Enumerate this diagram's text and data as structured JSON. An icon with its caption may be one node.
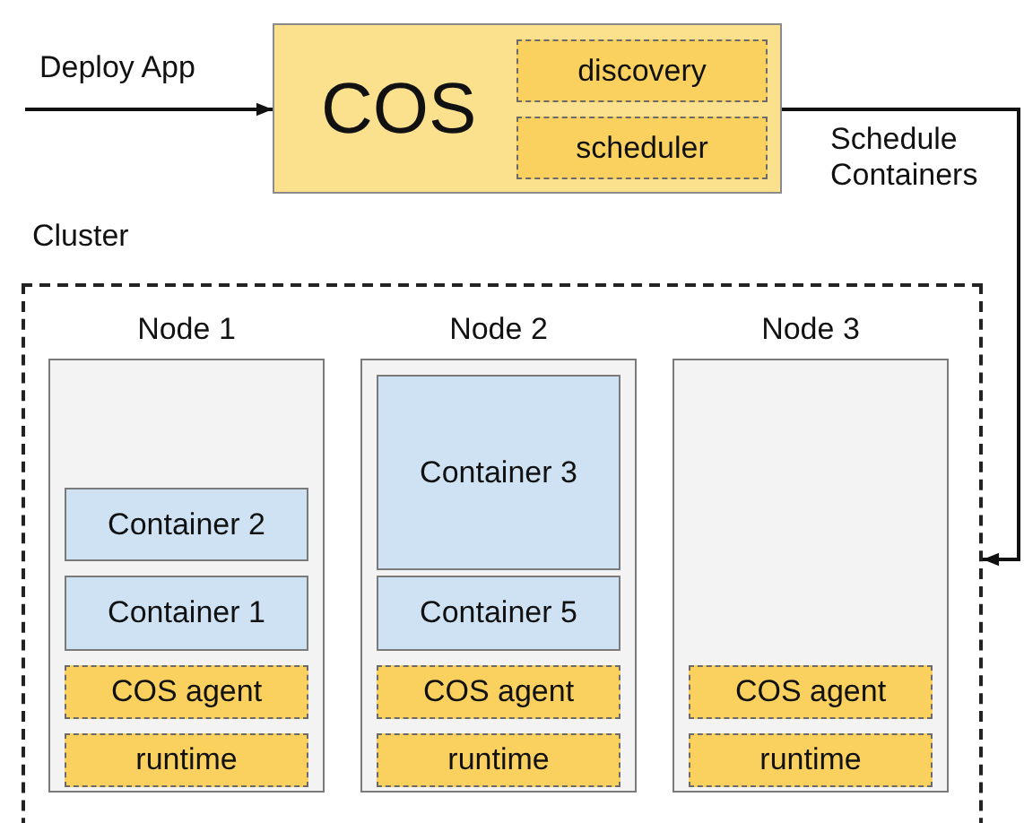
{
  "diagram": {
    "nodes": [
      {
        "text": [
          "COS"
        ]
      },
      {
        "text": [
          "discovery"
        ],
        "in": 0
      },
      {
        "text": [
          "scheduler"
        ],
        "in": 0
      },
      {
        "text": [
          "Cluster"
        ]
      },
      {
        "text": [
          "Node 1"
        ],
        "in": 3
      },
      {
        "text": [
          "Container 2"
        ],
        "in": 4
      },
      {
        "text": [
          "Container 1"
        ],
        "in": 4
      },
      {
        "text": [
          "COS agent"
        ],
        "in": 4
      },
      {
        "text": [
          "runtime"
        ],
        "in": 4
      },
      {
        "text": [
          "Node 2"
        ],
        "in": 3
      },
      {
        "text": [
          "Container 3"
        ],
        "in": 9
      },
      {
        "text": [
          "Container 5"
        ],
        "in": 9
      },
      {
        "text": [
          "COS agent"
        ],
        "in": 9
      },
      {
        "text": [
          "runtime"
        ],
        "in": 9
      },
      {
        "text": [
          "Node 3"
        ],
        "in": 3
      },
      {
        "text": [
          "COS agent"
        ],
        "in": 14
      },
      {
        "text": [
          "runtime"
        ],
        "in": 14
      }
    ],
    "edges": [
      {
        "from": null,
        "to": 0,
        "arrow": "to",
        "label": "Deploy App"
      },
      {
        "from": 0,
        "to": 3,
        "arrow": "to",
        "label": "Schedule Containers"
      }
    ]
  }
}
